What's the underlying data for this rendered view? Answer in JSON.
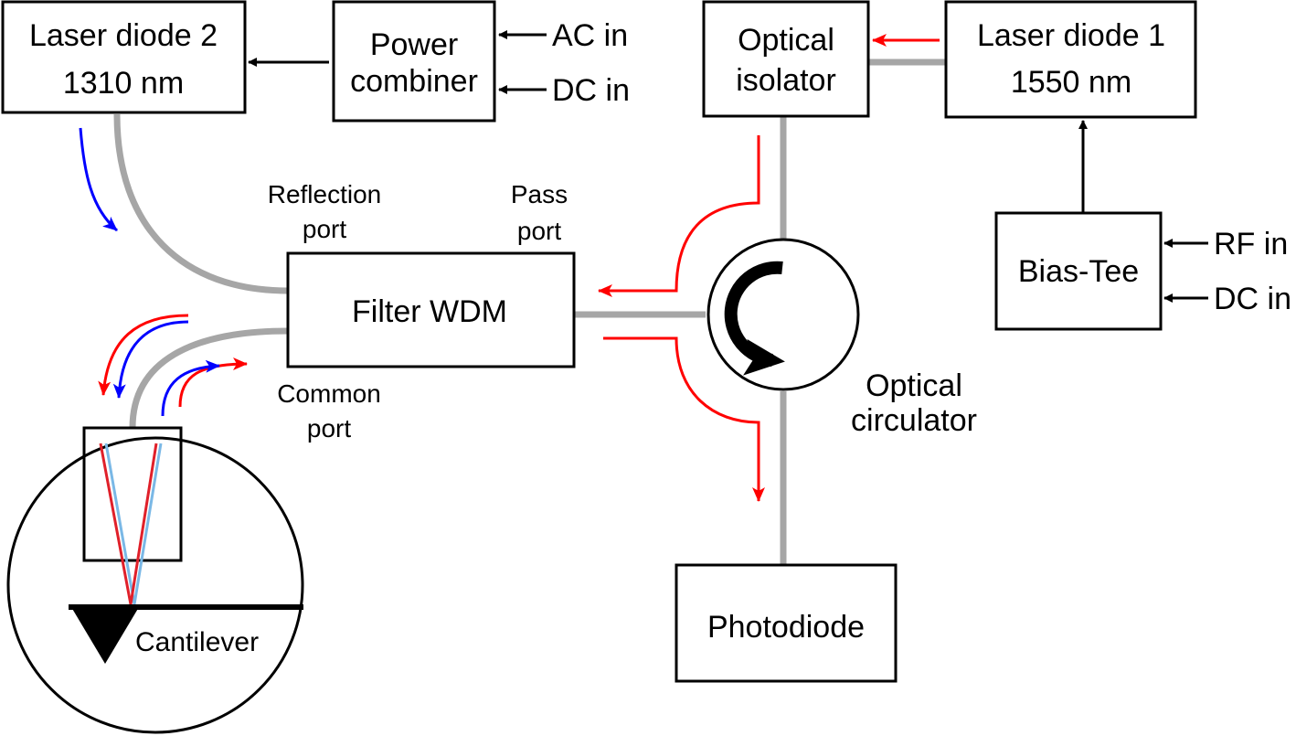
{
  "components": {
    "laser_diode_2": {
      "line1": "Laser diode 2",
      "line2": "1310 nm"
    },
    "power_combiner": {
      "line1": "Power",
      "line2": "combiner"
    },
    "ac_in": "AC in",
    "dc_in_combiner": "DC in",
    "optical_isolator": {
      "line1": "Optical",
      "line2": "isolator"
    },
    "laser_diode_1": {
      "line1": "Laser diode 1",
      "line2": "1550 nm"
    },
    "bias_tee": "Bias-Tee",
    "rf_in": "RF in",
    "dc_in_bias": "DC in",
    "filter_wdm": "Filter WDM",
    "reflection_port": {
      "line1": "Reflection",
      "line2": "port"
    },
    "pass_port": {
      "line1": "Pass",
      "line2": "port"
    },
    "common_port": {
      "line1": "Common",
      "line2": "port"
    },
    "optical_circulator": {
      "line1": "Optical",
      "line2": "circulator"
    },
    "photodiode": "Photodiode",
    "cantilever": "Cantilever"
  },
  "colors": {
    "fiber": "#a6a6a6",
    "signal_1550": "#ff0000",
    "signal_1310": "#0000ff",
    "beam_red": "#e0202a",
    "beam_blue": "#7ab8e6"
  }
}
